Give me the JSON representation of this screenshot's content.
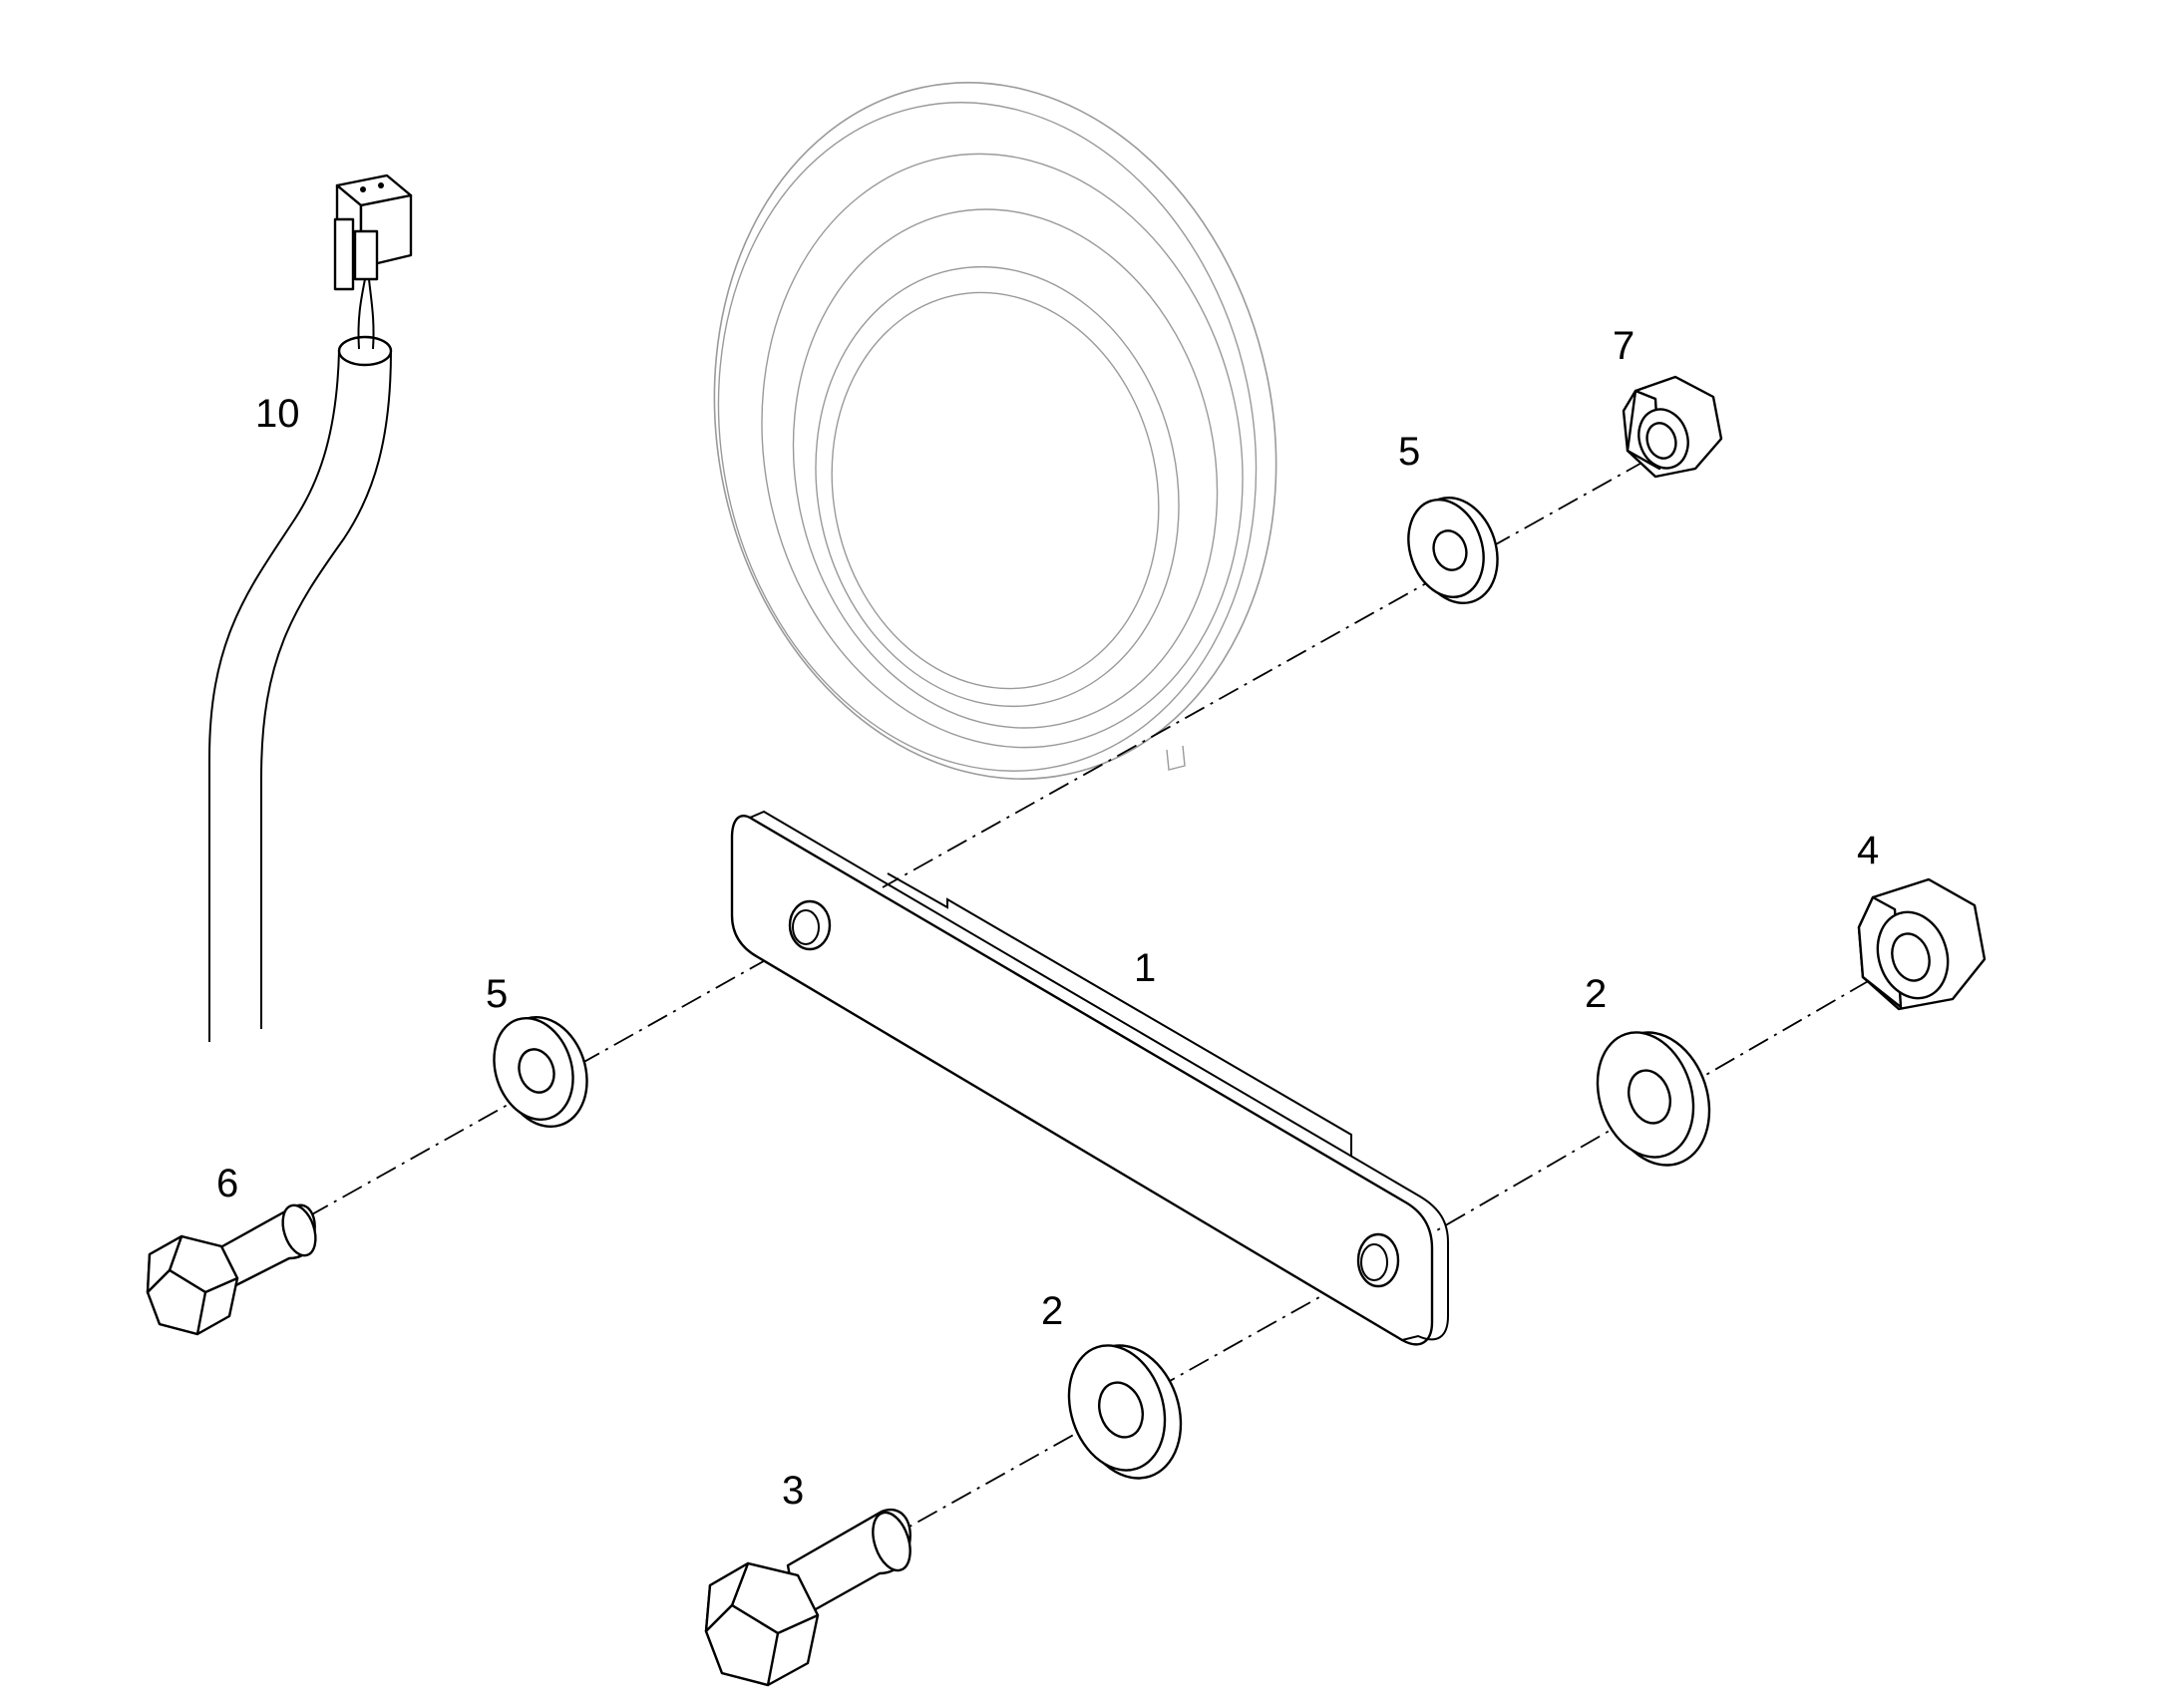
{
  "callouts": {
    "bracket": "1",
    "washer_lower": "2",
    "washer_right": "2",
    "bolt_lower": "3",
    "nut_right": "4",
    "washer_upper": "5",
    "washer_left": "5",
    "bolt_left": "6",
    "nut_upper": "7",
    "cable": "10"
  }
}
